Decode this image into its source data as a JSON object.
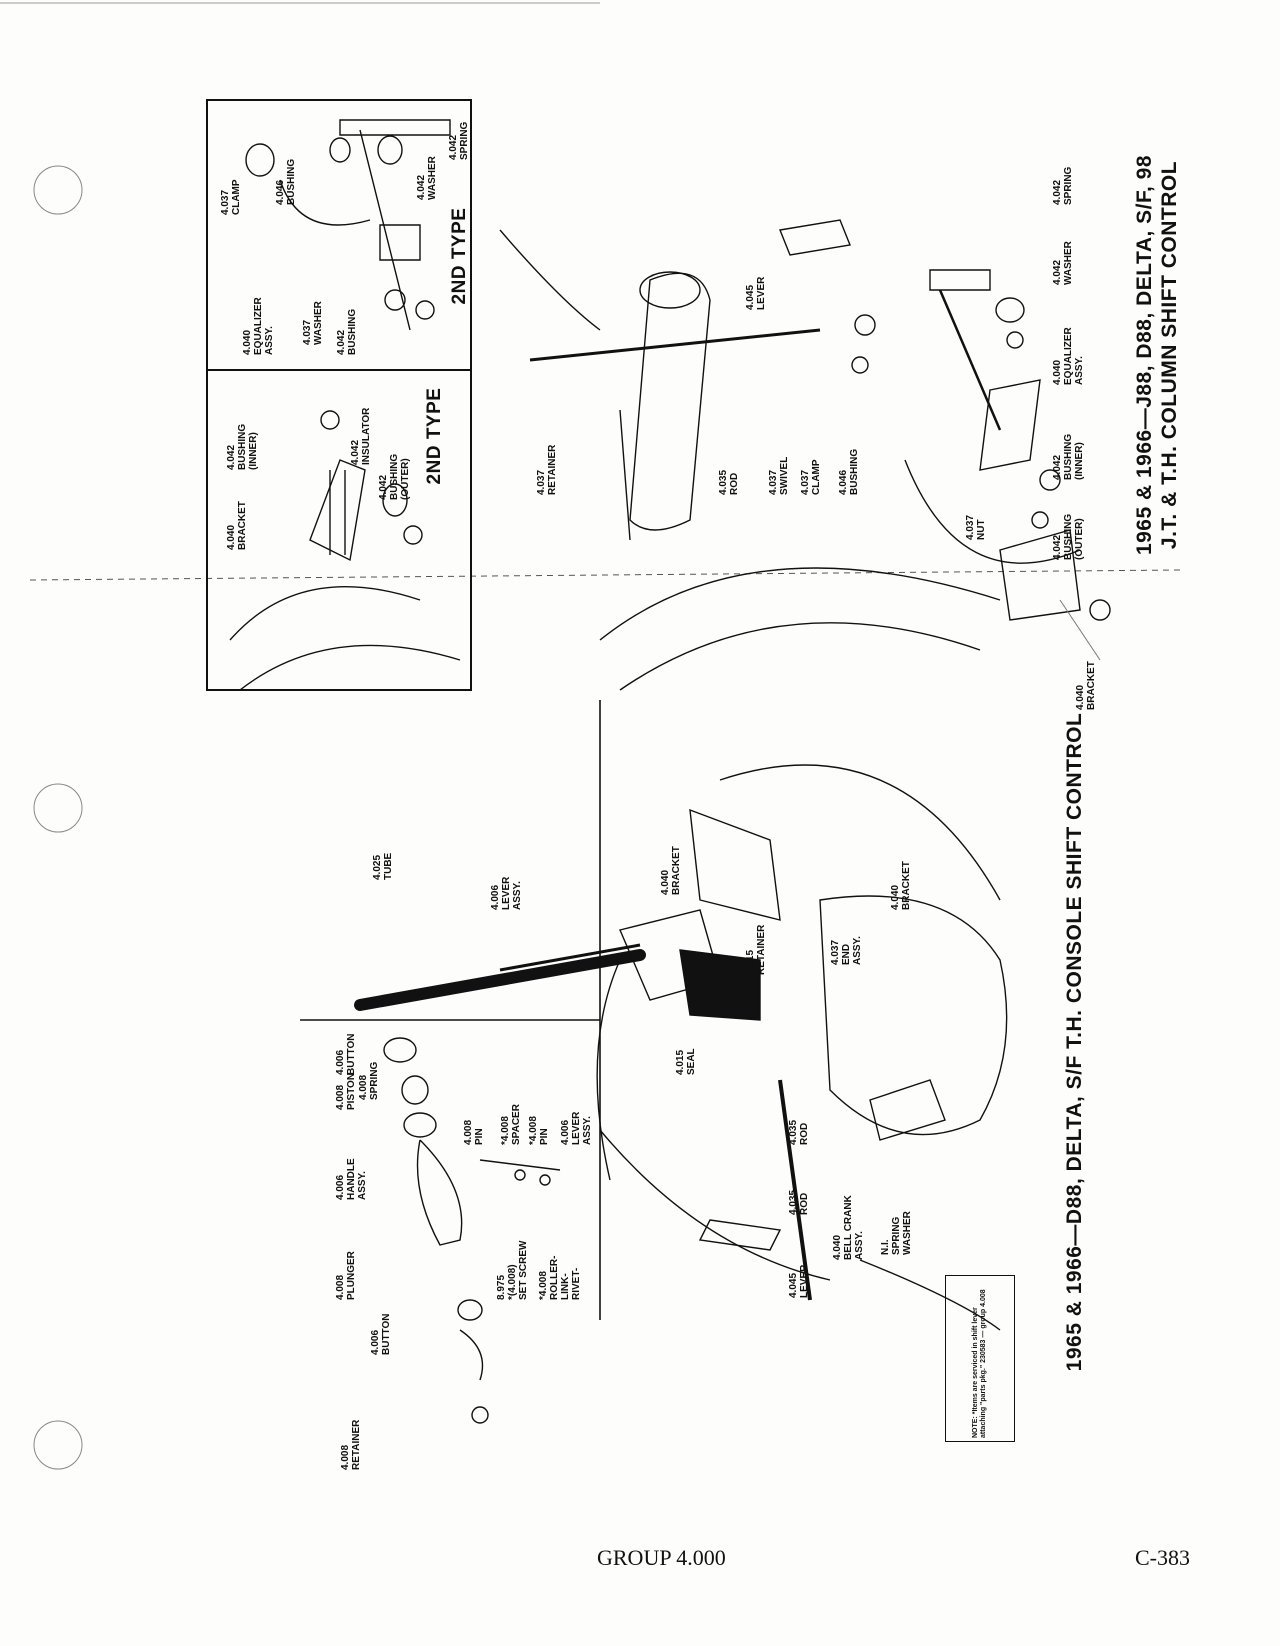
{
  "captions": {
    "console": "1965 & 1966—D88, DELTA, S/F T.H. CONSOLE SHIFT CONTROL",
    "column_line1": "1965 & 1966—J88, D88, DELTA, S/F, 98",
    "column_line2": "J.T. & T.H. COLUMN SHIFT CONTROL"
  },
  "inset_titles": {
    "left": "2ND TYPE",
    "right": "2ND TYPE"
  },
  "footer": {
    "group": "GROUP 4.000",
    "page": "C-383"
  },
  "note": "NOTE: *Items are serviced in shift lever attaching \"parts pkg.\" 230583 — group 4.008",
  "labels_inset_left": [
    "4.040\nBRACKET",
    "4.042\nBUSHING\n(INNER)",
    "4.042\nINSULATOR",
    "4.042\nBUSHING\n(OUTER)"
  ],
  "labels_inset_right": [
    "4.037\nCLAMP",
    "4.046\nBUSHING",
    "4.040\nEQUALIZER\nASSY.",
    "4.037\nWASHER",
    "4.042\nBUSHING",
    "4.042\nWASHER",
    "4.042\nSPRING"
  ],
  "labels_column": [
    "4.037\nRETAINER",
    "4.035\nROD",
    "4.037\nSWIVEL",
    "4.037\nCLAMP",
    "4.046\nBUSHING",
    "4.045\nLEVER",
    "4.037\nNUT",
    "4.042\nBUSHING\n(OUTER)",
    "4.042\nBUSHING\n(INNER)",
    "4.040\nEQUALIZER\nASSY.",
    "4.042\nWASHER",
    "4.042\nSPRING",
    "4.040\nBRACKET"
  ],
  "labels_console": [
    "4.008\nRETAINER",
    "4.006\nBUTTON",
    "4.008\nPLUNGER",
    "4.006\nHANDLE\nASSY.",
    "4.008\nPISTON",
    "4.008\nSPRING",
    "4.006\nBUTTON",
    "4.008\nPIN",
    "*4.008\nSPACER",
    "*4.008\nPIN",
    "4.006\nLEVER\nASSY.",
    "8.975\n*(4.008)\nSET SCREW",
    "*4.008\nROLLER-\nLINK-\nRIVET-",
    "4.025\nTUBE",
    "4.006\nLEVER\nASSY.",
    "4.040\nBRACKET",
    "4.015\nRETAINER",
    "4.015\nSEAL",
    "4.037\nEND\nASSY.",
    "4.040\nBRACKET",
    "4.035\nROD",
    "4.035\nROD",
    "4.040\nBELL CRANK\nASSY.",
    "N.I.\nSPRING\nWASHER",
    "4.045\nLEVER"
  ]
}
